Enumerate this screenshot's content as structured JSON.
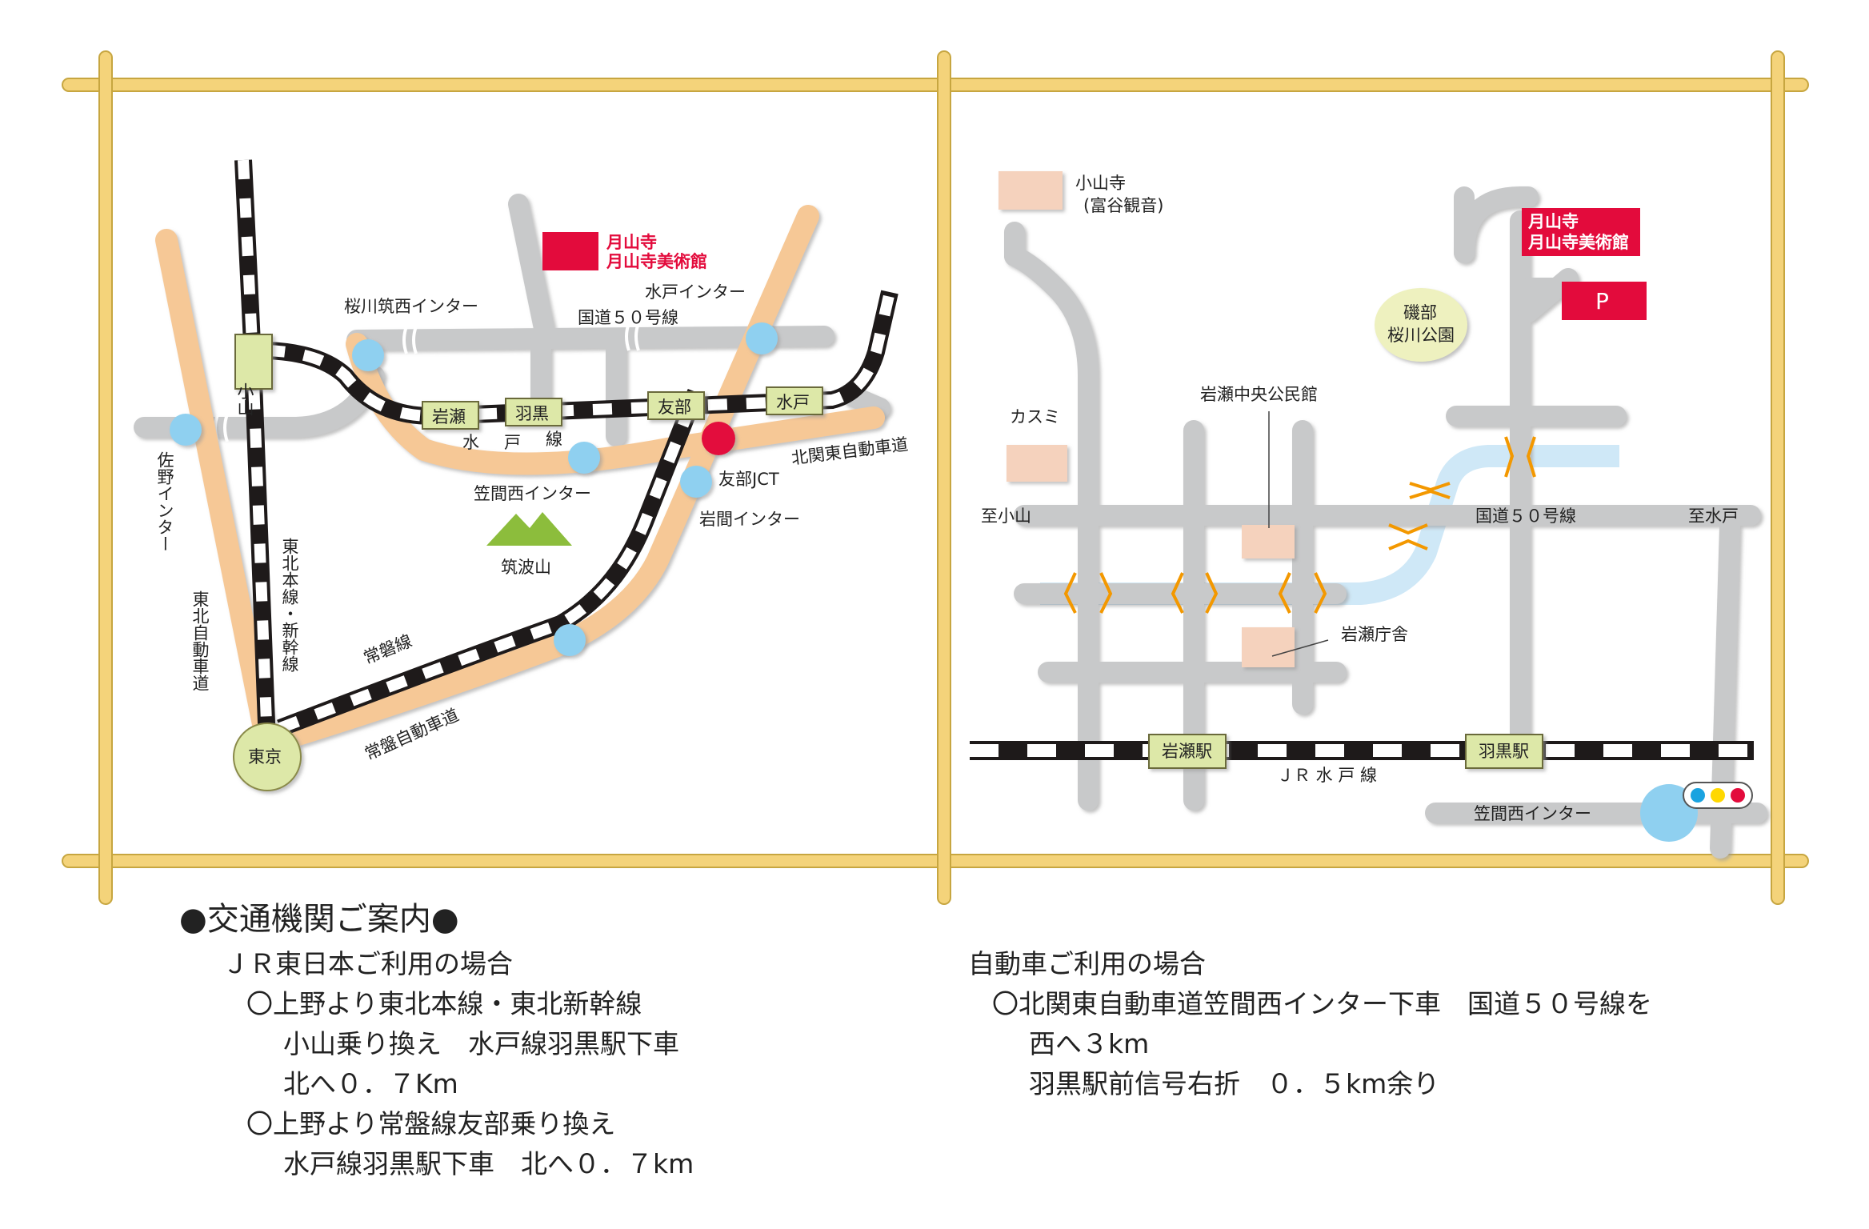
{
  "colors": {
    "frame": "#f4d37a",
    "frame_edge": "#c7a640",
    "road_gray": "#c8c9ca",
    "expressway": "#f6c896",
    "station_green": "#dde8a8",
    "interchange_blue": "#8fd0f0",
    "temple_red": "#e30b3c",
    "river": "#cfe8f7",
    "building": "#f5d2bd",
    "park": "#eef1bf",
    "mountain": "#8cbd3c"
  },
  "left_map": {
    "temple_label_1": "月山寺",
    "temple_label_2": "月山寺美術館",
    "ic_sakuragawa": "桜川筑西インター",
    "ic_mito": "水戸インター",
    "route50": "国道５０号線",
    "station_oyama": "小山",
    "station_iwase": "岩瀬",
    "station_haguro": "羽黒",
    "station_tomobe": "友部",
    "station_mito": "水戸",
    "mito_line_1": "水",
    "mito_line_2": "戸",
    "mito_line_3": "線",
    "kitakanto_exp": "北関東自動車道",
    "tomobe_jct": "友部JCT",
    "ic_kasama_west": "笠間西インター",
    "ic_iwama": "岩間インター",
    "mountain_label": "筑波山",
    "ic_sano": "佐野インター",
    "tohoku_exp": "東北自動車道",
    "tohoku_line": "東北本線・新幹線",
    "joban_line": "常磐線",
    "joban_exp": "常盤自動車道",
    "tokyo": "東京"
  },
  "right_map": {
    "koyamaji_1": "小山寺",
    "koyamaji_2": "(富谷観音)",
    "temple_label_1": "月山寺",
    "temple_label_2": "月山寺美術館",
    "parking": "P",
    "park_1": "磯部",
    "park_2": "桜川公園",
    "kasumi": "カスミ",
    "community_hall": "岩瀬中央公民館",
    "to_oyama": "至小山",
    "route50": "国道５０号線",
    "to_mito": "至水戸",
    "iwase_office": "岩瀬庁舎",
    "station_iwase": "岩瀬駅",
    "station_haguro": "羽黒駅",
    "jr_mito_line": "ＪＲ 水 戸 線",
    "ic_kasama_west": "笠間西インター"
  },
  "info": {
    "heading": "●交通機関ご案内●",
    "jr_title": "ＪＲ東日本ご利用の場合",
    "jr_line1": "〇上野より東北本線・東北新幹線",
    "jr_line2": "小山乗り換え　水戸線羽黒駅下車",
    "jr_line3": "北へ０．７Km",
    "jr_line4": "〇上野より常盤線友部乗り換え",
    "jr_line5": "水戸線羽黒駅下車　北へ０．７km",
    "car_title": "自動車ご利用の場合",
    "car_line1": "〇北関東自動車道笠間西インター下車　国道５０号線を",
    "car_line2": "西へ３km",
    "car_line3": "羽黒駅前信号右折　０．５km余り"
  }
}
